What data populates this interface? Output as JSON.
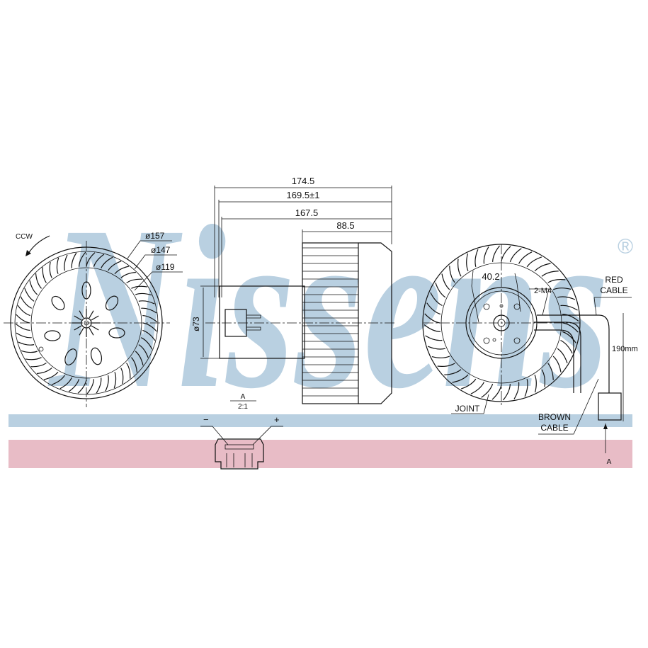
{
  "watermark": {
    "brand": "Nissens",
    "registered_mark": "®",
    "color": "#b9d0e1"
  },
  "bands": {
    "blue": "#b9d0e1",
    "pink": "#e8bcc6"
  },
  "front_view": {
    "rotation": "CCW",
    "diameters": [
      "ø157",
      "ø147",
      "ø119"
    ]
  },
  "side_view": {
    "dimensions": [
      "174.5",
      "169.5±1",
      "167.5",
      "88.5"
    ],
    "diameter": "ø73"
  },
  "detail": {
    "label": "A",
    "scale": "2:1",
    "minus": "−",
    "plus": "+"
  },
  "rear_view": {
    "dimension": "40.2",
    "screws": "2-M4",
    "red_cable": [
      "RED",
      "CABLE"
    ],
    "cable_length": "190mm",
    "joint": "JOINT",
    "brown_cable": [
      "BROWN",
      "CABLE"
    ],
    "view_marker": "A"
  }
}
